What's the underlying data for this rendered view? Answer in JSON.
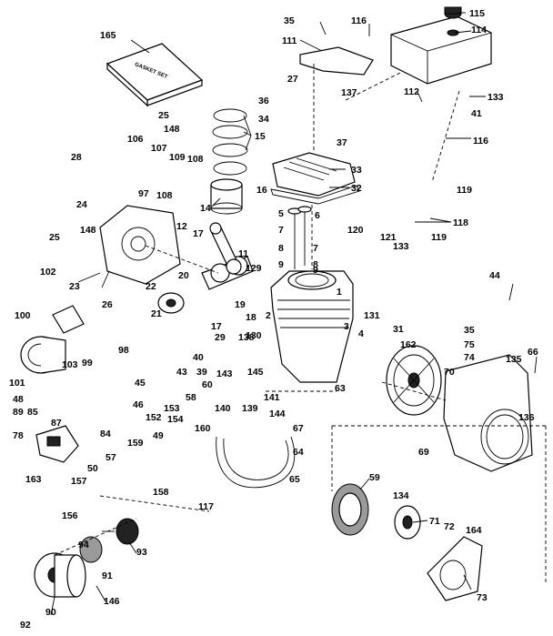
{
  "diagram": {
    "gasket_set_label": "GASKET SET",
    "part_numbers": {
      "p1": "1",
      "p2": "2",
      "p3": "3",
      "p4": "4",
      "p5": "5",
      "p6": "6",
      "p7": "7",
      "p7b": "7",
      "p8": "8",
      "p8b": "8",
      "p9": "9",
      "p9b": "9",
      "p11": "11",
      "p12": "12",
      "p14": "14",
      "p15": "15",
      "p16": "16",
      "p17": "17",
      "p17b": "17",
      "p18": "18",
      "p19": "19",
      "p20": "20",
      "p21": "21",
      "p22": "22",
      "p23": "23",
      "p24": "24",
      "p25": "25",
      "p25b": "25",
      "p26": "26",
      "p27": "27",
      "p28": "28",
      "p29": "29",
      "p31": "31",
      "p32": "32",
      "p33": "33",
      "p34": "34",
      "p35": "35",
      "p35b": "35",
      "p36": "36",
      "p37": "37",
      "p39": "39",
      "p40": "40",
      "p41": "41",
      "p43": "43",
      "p44": "44",
      "p45": "45",
      "p46": "46",
      "p48": "48",
      "p49": "49",
      "p50": "50",
      "p57": "57",
      "p58": "58",
      "p59": "59",
      "p60": "60",
      "p63": "63",
      "p64": "64",
      "p65": "65",
      "p66": "66",
      "p67": "67",
      "p69": "69",
      "p70": "70",
      "p71": "71",
      "p72": "72",
      "p73": "73",
      "p74": "74",
      "p75": "75",
      "p78": "78",
      "p84": "84",
      "p85": "85",
      "p87": "87",
      "p89": "89",
      "p90": "90",
      "p91": "91",
      "p92": "92",
      "p93": "93",
      "p94": "94",
      "p97": "97",
      "p98": "98",
      "p99": "99",
      "p100": "100",
      "p101": "101",
      "p102": "102",
      "p103": "103",
      "p106": "106",
      "p107": "107",
      "p108": "108",
      "p108b": "108",
      "p109": "109",
      "p111": "111",
      "p112": "112",
      "p114": "114",
      "p115": "115",
      "p116": "116",
      "p116b": "116",
      "p117": "117",
      "p118": "118",
      "p119": "119",
      "p119b": "119",
      "p120": "120",
      "p121": "121",
      "p129": "129",
      "p130": "130",
      "p131": "131",
      "p133": "133",
      "p133b": "133",
      "p134": "134",
      "p135": "135",
      "p136": "136",
      "p137": "137",
      "p138": "138",
      "p139": "139",
      "p140": "140",
      "p141": "141",
      "p143": "143",
      "p144": "144",
      "p145": "145",
      "p146": "146",
      "p148": "148",
      "p148b": "148",
      "p152": "152",
      "p153": "153",
      "p154": "154",
      "p156": "156",
      "p157": "157",
      "p158": "158",
      "p159": "159",
      "p160": "160",
      "p162": "162",
      "p163": "163",
      "p164": "164",
      "p165": "165"
    }
  }
}
